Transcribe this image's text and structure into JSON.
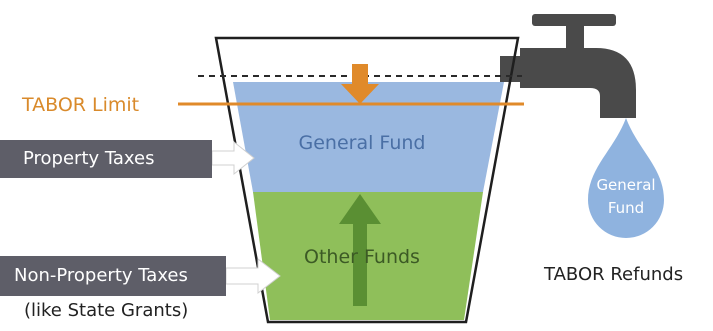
{
  "labels": {
    "tabor_limit": "TABOR Limit",
    "general_fund": "General Fund",
    "other_funds": "Other Funds",
    "property_taxes": "Property Taxes",
    "non_property_taxes": "Non-Property Taxes",
    "state_grants": "(like State Grants)",
    "drop_line1": "General",
    "drop_line2": "Fund",
    "tabor_refunds": "TABOR Refunds"
  },
  "colors": {
    "general_fund_water": "#9ab8e0",
    "other_funds_water": "#8fbf5a",
    "tabor_line": "#e08a2a",
    "bucket_outline": "#1f1f1f",
    "faucet": "#4a4a4a",
    "drop": "#8fb3df",
    "input_box": "#5e5e68"
  },
  "icons": [
    "faucet-icon",
    "water-drop-icon",
    "down-arrow-icon",
    "up-arrow-icon",
    "right-arrow-icon"
  ]
}
